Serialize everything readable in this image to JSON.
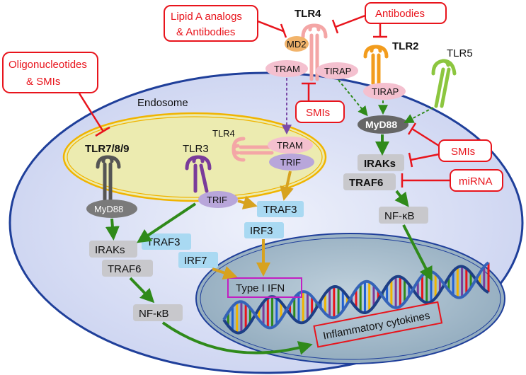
{
  "inhibitors": {
    "lipid_a_line1": "Lipid A analogs",
    "lipid_a_line2": "& Antibodies",
    "antibodies": "Antibodies",
    "oligo_line1": "Oligonucleotides",
    "oligo_line2": "& SMIs",
    "smis_tirap": "SMIs",
    "smis_myd88": "SMIs",
    "mirna": "miRNA"
  },
  "receptors": {
    "tlr4": "TLR4",
    "md2": "MD2",
    "tlr2": "TLR2",
    "tlr5": "TLR5",
    "tlr4_endo": "TLR4",
    "tlr3": "TLR3",
    "tlr789": "TLR7/8/9"
  },
  "adaptors": {
    "tram_top": "TRAM",
    "tirap_tlr4": "TIRAP",
    "tirap_tlr2": "TIRAP",
    "myd88_right": "MyD88",
    "tram_endo": "TRAM",
    "trif_endo": "TRIF",
    "trif_tlr3": "TRIF",
    "myd88_left": "MyD88"
  },
  "signaling": {
    "iraks_right": "IRAKs",
    "traf6_right": "TRAF6",
    "nfkb_right": "NF-κB",
    "traf3_mid": "TRAF3",
    "irf3_mid": "IRF3",
    "iraks_left": "IRAKs",
    "traf3_left": "TRAF3",
    "irf7_left": "IRF7",
    "traf6_left": "TRAF6",
    "nfkb_left": "NF-κB"
  },
  "compartments": {
    "endosome": "Endosome"
  },
  "outputs": {
    "type1_ifn": "Type I IFN",
    "cytokines": "Inflammatory cytokines"
  },
  "colors": {
    "cell_fill": "#d6dcf4",
    "cell_stroke": "#1f3f9a",
    "endosome_fill": "#ecebb0",
    "endosome_stroke": "#f0b400",
    "nucleus_fill": "#a9bfd0",
    "receptor_pink": "#f4a6a6",
    "receptor_orange": "#f29c1d",
    "receptor_green": "#8cc63f",
    "receptor_purple": "#7a3b9a",
    "receptor_gray": "#555555",
    "adaptor_pink": "#f4c0cf",
    "adaptor_purple": "#b8a6da",
    "gray_box": "#c8c8cc",
    "blue_box": "#a9d9f2",
    "inhibitor_red": "#e8141c",
    "arrow_green": "#2f8a1a",
    "arrow_gold": "#d7a21f",
    "arrow_purple": "#7c4ca8",
    "ifn_magenta": "#c21fc2"
  }
}
